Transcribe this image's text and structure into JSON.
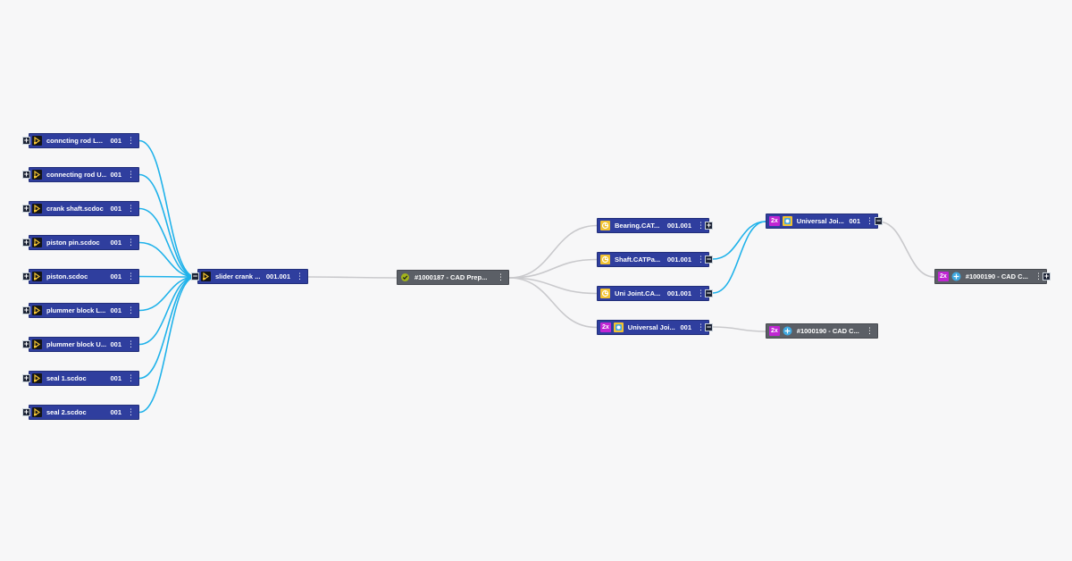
{
  "graph": {
    "inputs": [
      {
        "label": "conncting rod L...",
        "version": "001"
      },
      {
        "label": "connecting rod U...",
        "version": "001"
      },
      {
        "label": "crank shaft.scdoc",
        "version": "001"
      },
      {
        "label": "piston pin.scdoc",
        "version": "001"
      },
      {
        "label": "piston.scdoc",
        "version": "001"
      },
      {
        "label": "plummer block L...",
        "version": "001"
      },
      {
        "label": "plummer block U...",
        "version": "001"
      },
      {
        "label": "seal 1.scdoc",
        "version": "001"
      },
      {
        "label": "seal 2.scdoc",
        "version": "001"
      }
    ],
    "assembly": {
      "label": "slider crank ...",
      "version": "001.001"
    },
    "job1": {
      "label": "#1000187 - CAD Prep..."
    },
    "outputs": [
      {
        "label": "Bearing.CAT...",
        "version": "001.001"
      },
      {
        "label": "Shaft.CATPa...",
        "version": "001.001"
      },
      {
        "label": "Uni Joint.CA...",
        "version": "001.001"
      },
      {
        "label": "Universal Joi...",
        "version": "001",
        "badge": "2x"
      }
    ],
    "merged": {
      "label": "Universal Joi...",
      "version": "001",
      "badge": "2x"
    },
    "job_a": {
      "label": "#1000190 - CAD C...",
      "badge": "2x"
    },
    "job_b": {
      "label": "#1000190 - CAD C...",
      "badge": "2x"
    },
    "toggles": {
      "expand": "+",
      "collapse": "−"
    },
    "colors": {
      "node_blue": "#2f3e9e",
      "node_gray": "#5b5f66",
      "edge_active": "#1fb2ea",
      "edge_inactive": "#c9c9cc",
      "badge": "#c026d3",
      "icon_yellow": "#f1c232"
    },
    "icons": {
      "input": "sc-file-icon",
      "output": "catia-part-icon",
      "job": "check-icon",
      "job_c": "plus-circle-icon",
      "menu": "kebab-icon"
    }
  }
}
